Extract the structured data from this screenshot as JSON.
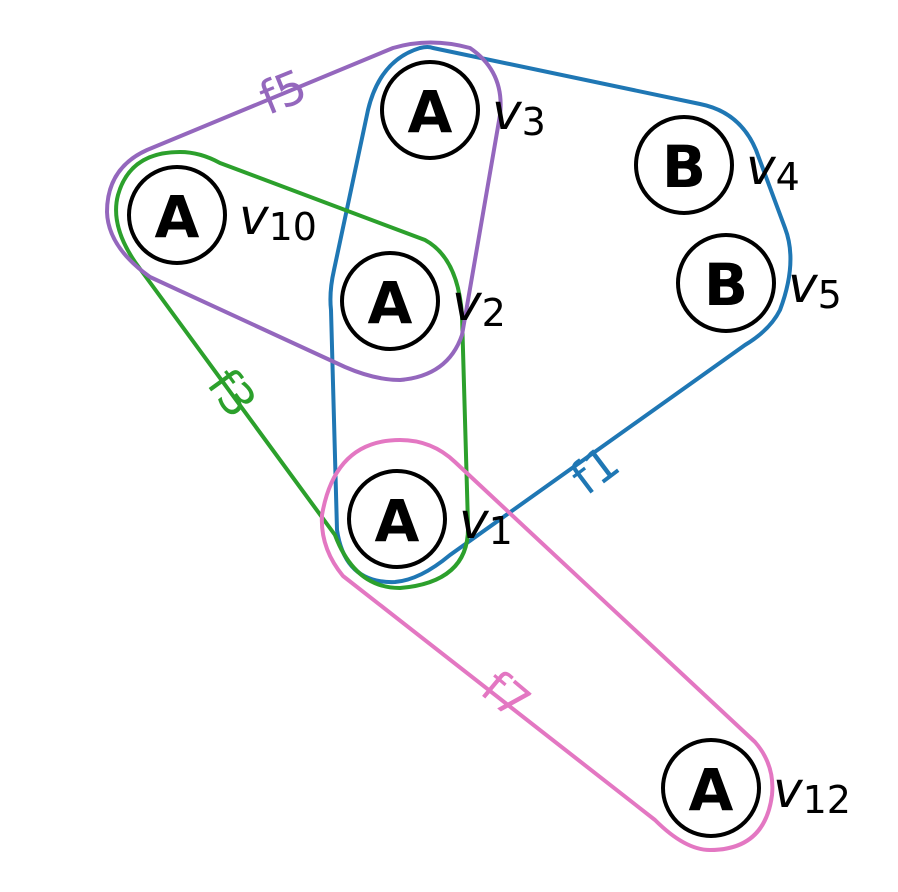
{
  "nodes": [
    {
      "id": "v1",
      "type": "A",
      "label_main": "v",
      "label_sub": "1"
    },
    {
      "id": "v2",
      "type": "A",
      "label_main": "v",
      "label_sub": "2"
    },
    {
      "id": "v3",
      "type": "A",
      "label_main": "v",
      "label_sub": "3"
    },
    {
      "id": "v4",
      "type": "B",
      "label_main": "v",
      "label_sub": "4"
    },
    {
      "id": "v5",
      "type": "B",
      "label_main": "v",
      "label_sub": "5"
    },
    {
      "id": "v10",
      "type": "A",
      "label_main": "v",
      "label_sub": "10"
    },
    {
      "id": "v12",
      "type": "A",
      "label_main": "v",
      "label_sub": "12"
    }
  ],
  "hyperedges": [
    {
      "id": "f1",
      "label": "f1",
      "color": "#1f77b4",
      "members": [
        "v1",
        "v2",
        "v3",
        "v4",
        "v5"
      ]
    },
    {
      "id": "f3",
      "label": "f3",
      "color": "#2ca02c",
      "members": [
        "v1",
        "v2",
        "v10"
      ]
    },
    {
      "id": "f5",
      "label": "f5",
      "color": "#9467bd",
      "members": [
        "v2",
        "v3",
        "v10"
      ]
    },
    {
      "id": "f7",
      "label": "f7",
      "color": "#e377c2",
      "members": [
        "v1",
        "v12"
      ]
    }
  ]
}
